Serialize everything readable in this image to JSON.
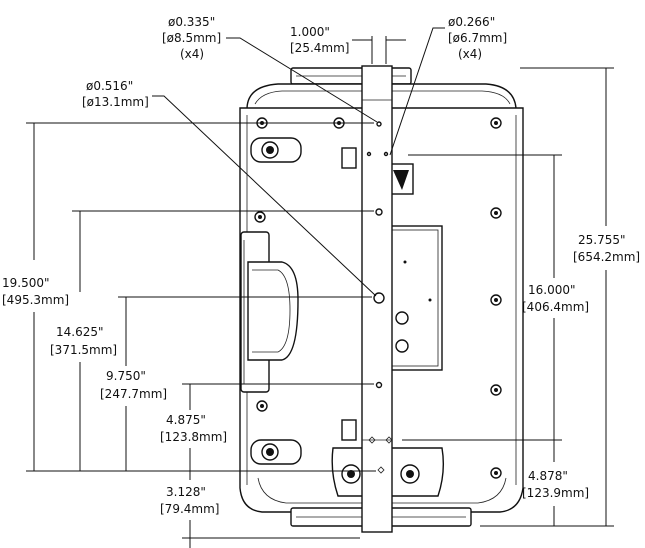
{
  "diagram": {
    "callouts": {
      "hole_0335_in": "ø0.335\"",
      "hole_0335_mm": "[ø8.5mm]",
      "hole_0335_qty": "(x4)",
      "spacing_1000_in": "1.000\"",
      "spacing_1000_mm": "[25.4mm]",
      "hole_0266_in": "ø0.266\"",
      "hole_0266_mm": "[ø6.7mm]",
      "hole_0266_qty": "(x4)",
      "hole_0516_in": "ø0.516\"",
      "hole_0516_mm": "[ø13.1mm]"
    },
    "left_dims": {
      "d19500_in": "19.500\"",
      "d19500_mm": "[495.3mm]",
      "d14625_in": "14.625\"",
      "d14625_mm": "[371.5mm]",
      "d9750_in": "9.750\"",
      "d9750_mm": "[247.7mm]",
      "d4875_in": "4.875\"",
      "d4875_mm": "[123.8mm]",
      "d3128_in": "3.128\"",
      "d3128_mm": "[79.4mm]"
    },
    "right_dims": {
      "d25755_in": "25.755\"",
      "d25755_mm": "[654.2mm]",
      "d16000_in": "16.000\"",
      "d16000_mm": "[406.4mm]",
      "d4878_in": "4.878\"",
      "d4878_mm": "[123.9mm]"
    }
  }
}
